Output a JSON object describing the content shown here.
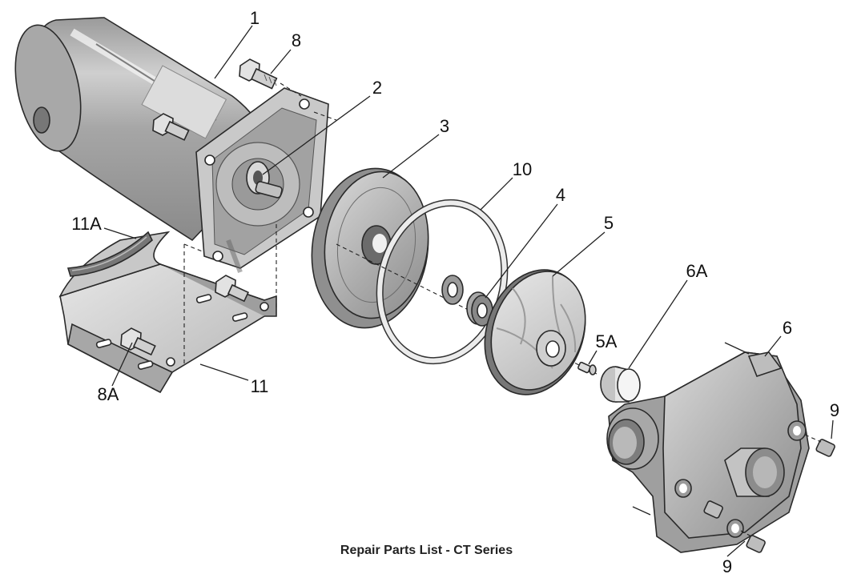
{
  "diagram": {
    "caption": "Repair Parts List - CT Series",
    "callouts": {
      "c1": "1",
      "c2": "2",
      "c3": "3",
      "c4": "4",
      "c5": "5",
      "c5A": "5A",
      "c6": "6",
      "c6A": "6A",
      "c8": "8",
      "c8A": "8A",
      "c9a": "9",
      "c9b": "9",
      "c10": "10",
      "c11": "11",
      "c11A": "11A"
    }
  }
}
